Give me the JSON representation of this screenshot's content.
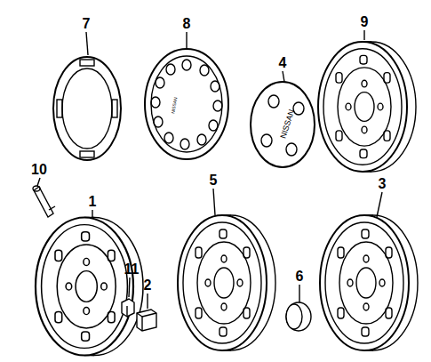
{
  "diagram": {
    "labels": [
      "7",
      "8",
      "4",
      "9",
      "10",
      "1",
      "11",
      "2",
      "5",
      "6",
      "3",
      "NISSAN",
      "NISSAN"
    ]
  }
}
